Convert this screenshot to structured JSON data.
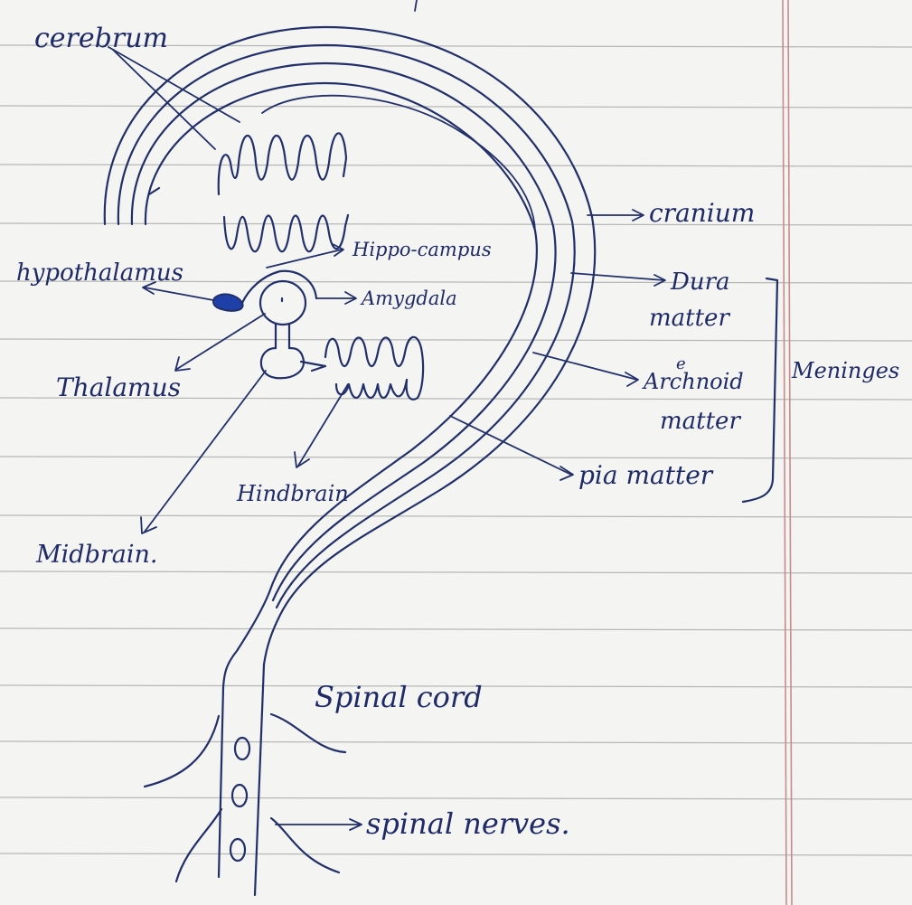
{
  "labels": {
    "cerebrum": "cerebrum",
    "cranium": "cranium",
    "hypothalamus": "hypothalamus",
    "hippocampus": "Hippo-campus",
    "amygdala": "Amygdala",
    "dura": "Dura",
    "dura_matter": "matter",
    "arachnoid": "Archnoid",
    "arachnoid_e": "e",
    "arachnoid_matter": "matter",
    "meninges": "Meninges",
    "thalamus": "Thalamus",
    "hindbrain": "Hindbrain",
    "pia_matter": "pia matter",
    "midbrain": "Midbrain.",
    "spinal_cord": "Spinal cord",
    "spinal_nerves": "spinal nerves."
  },
  "colors": {
    "ink": "#22306a",
    "hypothalamus_fill": "#1f3fa8",
    "paper": "#f4f4f2",
    "rule": "#b7b7b7",
    "margin": "#c98a8a"
  }
}
